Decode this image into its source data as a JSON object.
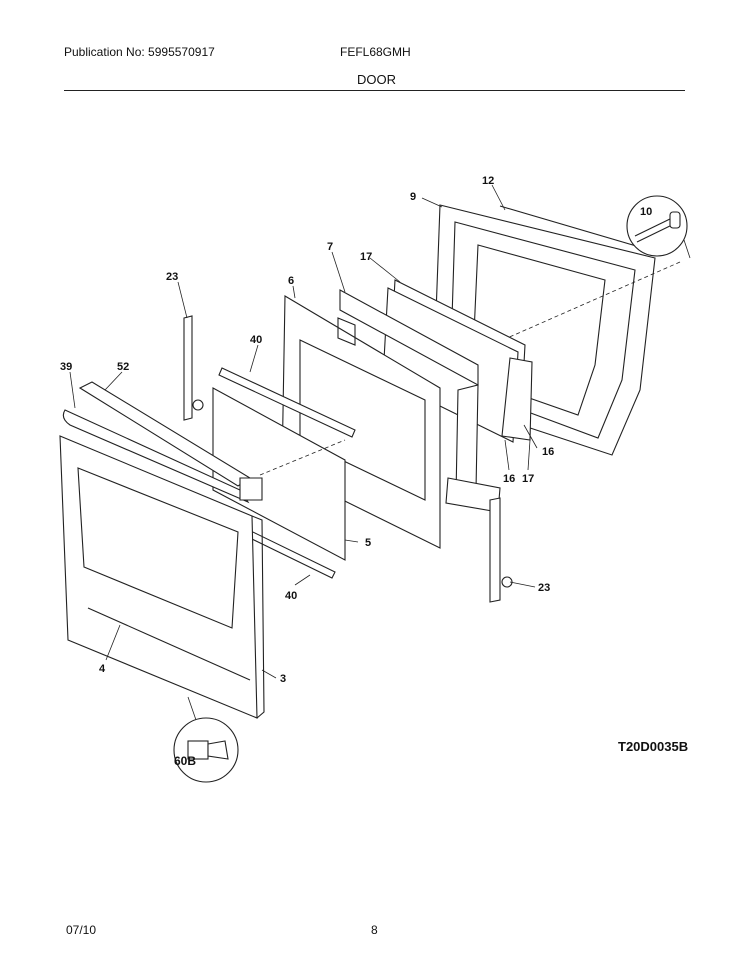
{
  "header": {
    "publication": "Publication No: 5995570917",
    "model": "FEFL68GMH",
    "section": "DOOR"
  },
  "diagram": {
    "callouts": {
      "c12": "12",
      "c9": "9",
      "c10": "10",
      "c7": "7",
      "c17a": "17",
      "c6": "6",
      "c23a": "23",
      "c40a": "40",
      "c39": "39",
      "c52": "52",
      "c16a": "16",
      "c16b": "16",
      "c17b": "17",
      "c5": "5",
      "c40b": "40",
      "c23b": "23",
      "c4": "4",
      "c3": "3",
      "c60b": "60B"
    },
    "drawing_id": "T20D0035B"
  },
  "footer": {
    "date": "07/10",
    "page": "8"
  }
}
